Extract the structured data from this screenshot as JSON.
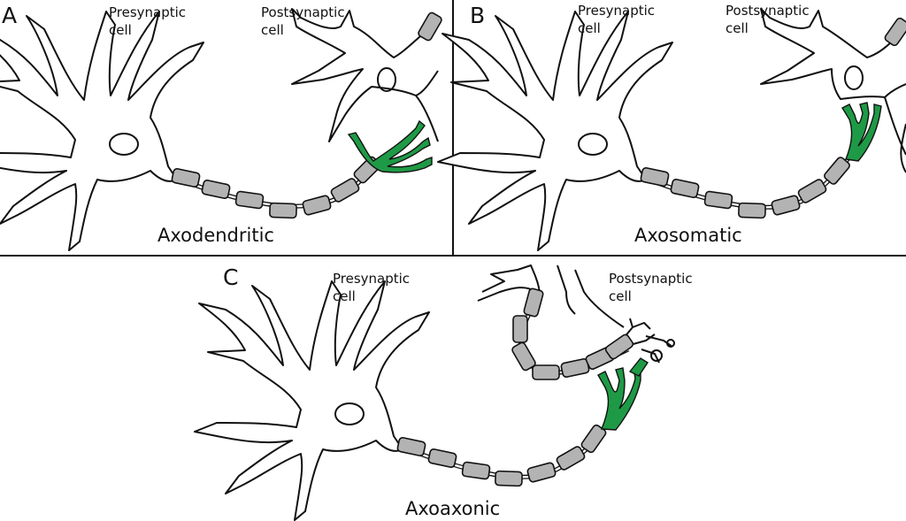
{
  "colors": {
    "outline": "#111111",
    "myelin": "#b3b3b3",
    "terminal": "#1e9a46",
    "background": "#ffffff"
  },
  "panels": [
    {
      "letter": "A",
      "presynaptic_label": "Presynaptic\ncell",
      "postsynaptic_label": "Postsynaptic\ncell",
      "caption": "Axodendritic"
    },
    {
      "letter": "B",
      "presynaptic_label": "Presynaptic\ncell",
      "postsynaptic_label": "Postsynaptic\ncell",
      "caption": "Axosomatic"
    },
    {
      "letter": "C",
      "presynaptic_label": "Presynaptic\ncell",
      "postsynaptic_label": "Postsynaptic\ncell",
      "caption": "Axoaxonic"
    }
  ]
}
